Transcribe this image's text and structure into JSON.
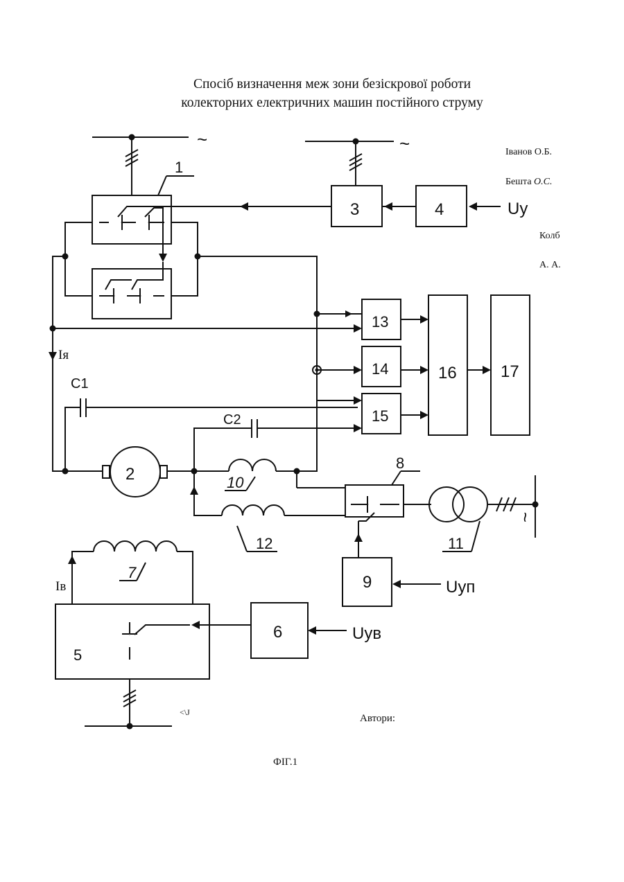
{
  "title": {
    "line1": "Спосіб визначення меж зони безіскрової роботи",
    "line2": "колекторних електричних машин постійного струму"
  },
  "authors": {
    "a1": "Іванов О.Б.",
    "a2_plain": "Бешта ",
    "a2_italic": "О.С.",
    "a3": "Колб",
    "a4": "А. А.",
    "label": "Автори:"
  },
  "figure_caption": "ФІГ.1",
  "stray_mark": "<\\J",
  "symbols": {
    "ac": "~"
  },
  "blocks": {
    "b1": "1",
    "b2": "2",
    "b3": "3",
    "b4": "4",
    "b5": "5",
    "b6": "6",
    "b7": "7",
    "b8": "8",
    "b9": "9",
    "b10": "10",
    "b11": "11",
    "b12": "12",
    "b13": "13",
    "b14": "14",
    "b15": "15",
    "b16": "16",
    "b17": "17"
  },
  "signals": {
    "uy": "Uy",
    "uyp": "Uyп",
    "uyv": "Uyв",
    "ia": "Iя",
    "iv": "Iв",
    "c1": "C1",
    "c2": "C2"
  }
}
